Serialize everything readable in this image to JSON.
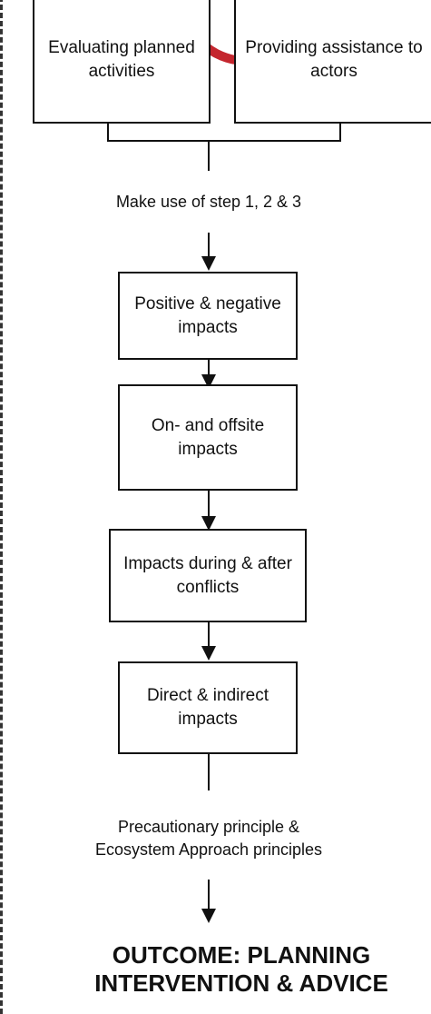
{
  "colors": {
    "accent_arc": "#c4262e",
    "line": "#111111"
  },
  "boxes": {
    "evaluating": "Evaluating planned activities",
    "providing": "Providing assistance to actors",
    "positive_negative": "Positive & negative impacts",
    "on_offsite": "On- and offsite impacts",
    "during_after": "Impacts during & after conflicts",
    "direct_indirect": "Direct & indirect impacts"
  },
  "labels": {
    "make_use": "Make use of step 1, 2 & 3",
    "precautionary_line1": "Precautionary principle &",
    "precautionary_line2": "Ecosystem Approach principles"
  },
  "outcome": {
    "line1": "OUTCOME: PLANNING",
    "line2": "INTERVENTION & ADVICE"
  }
}
